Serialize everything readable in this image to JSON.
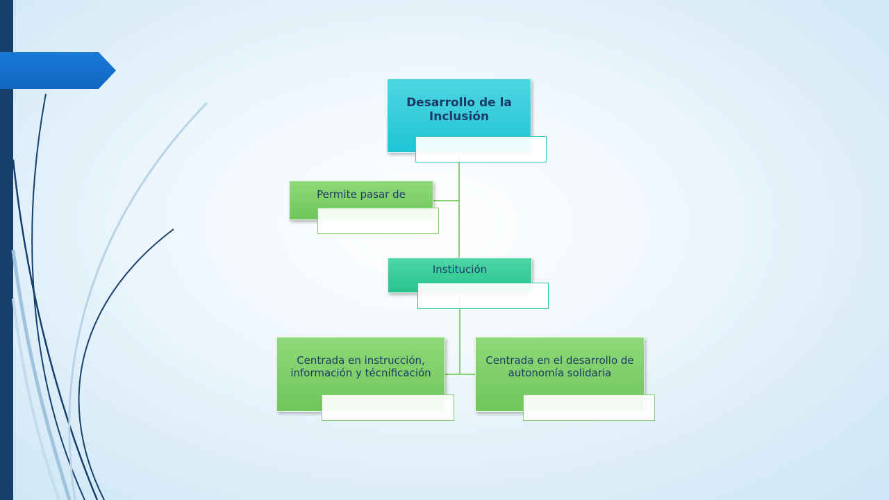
{
  "diagram": {
    "root": {
      "label": "Desarrollo de la Inclusión"
    },
    "assistant": {
      "label": "Permite pasar de"
    },
    "middle": {
      "label": "Institución"
    },
    "children": [
      {
        "label": "Centrada en instrucción, información y técnificación"
      },
      {
        "label": "Centrada en el desarrollo de autonomía solidaria"
      }
    ]
  },
  "colors": {
    "left_bar": "#163f6c",
    "accent_tab": "#0f66c2",
    "root_fill": "#1fc4d4",
    "assistant_fill": "#6fc55a",
    "middle_fill": "#27c38d",
    "leaf_fill": "#6fc55a",
    "connector": "#86d070",
    "text": "#1d3a66"
  }
}
